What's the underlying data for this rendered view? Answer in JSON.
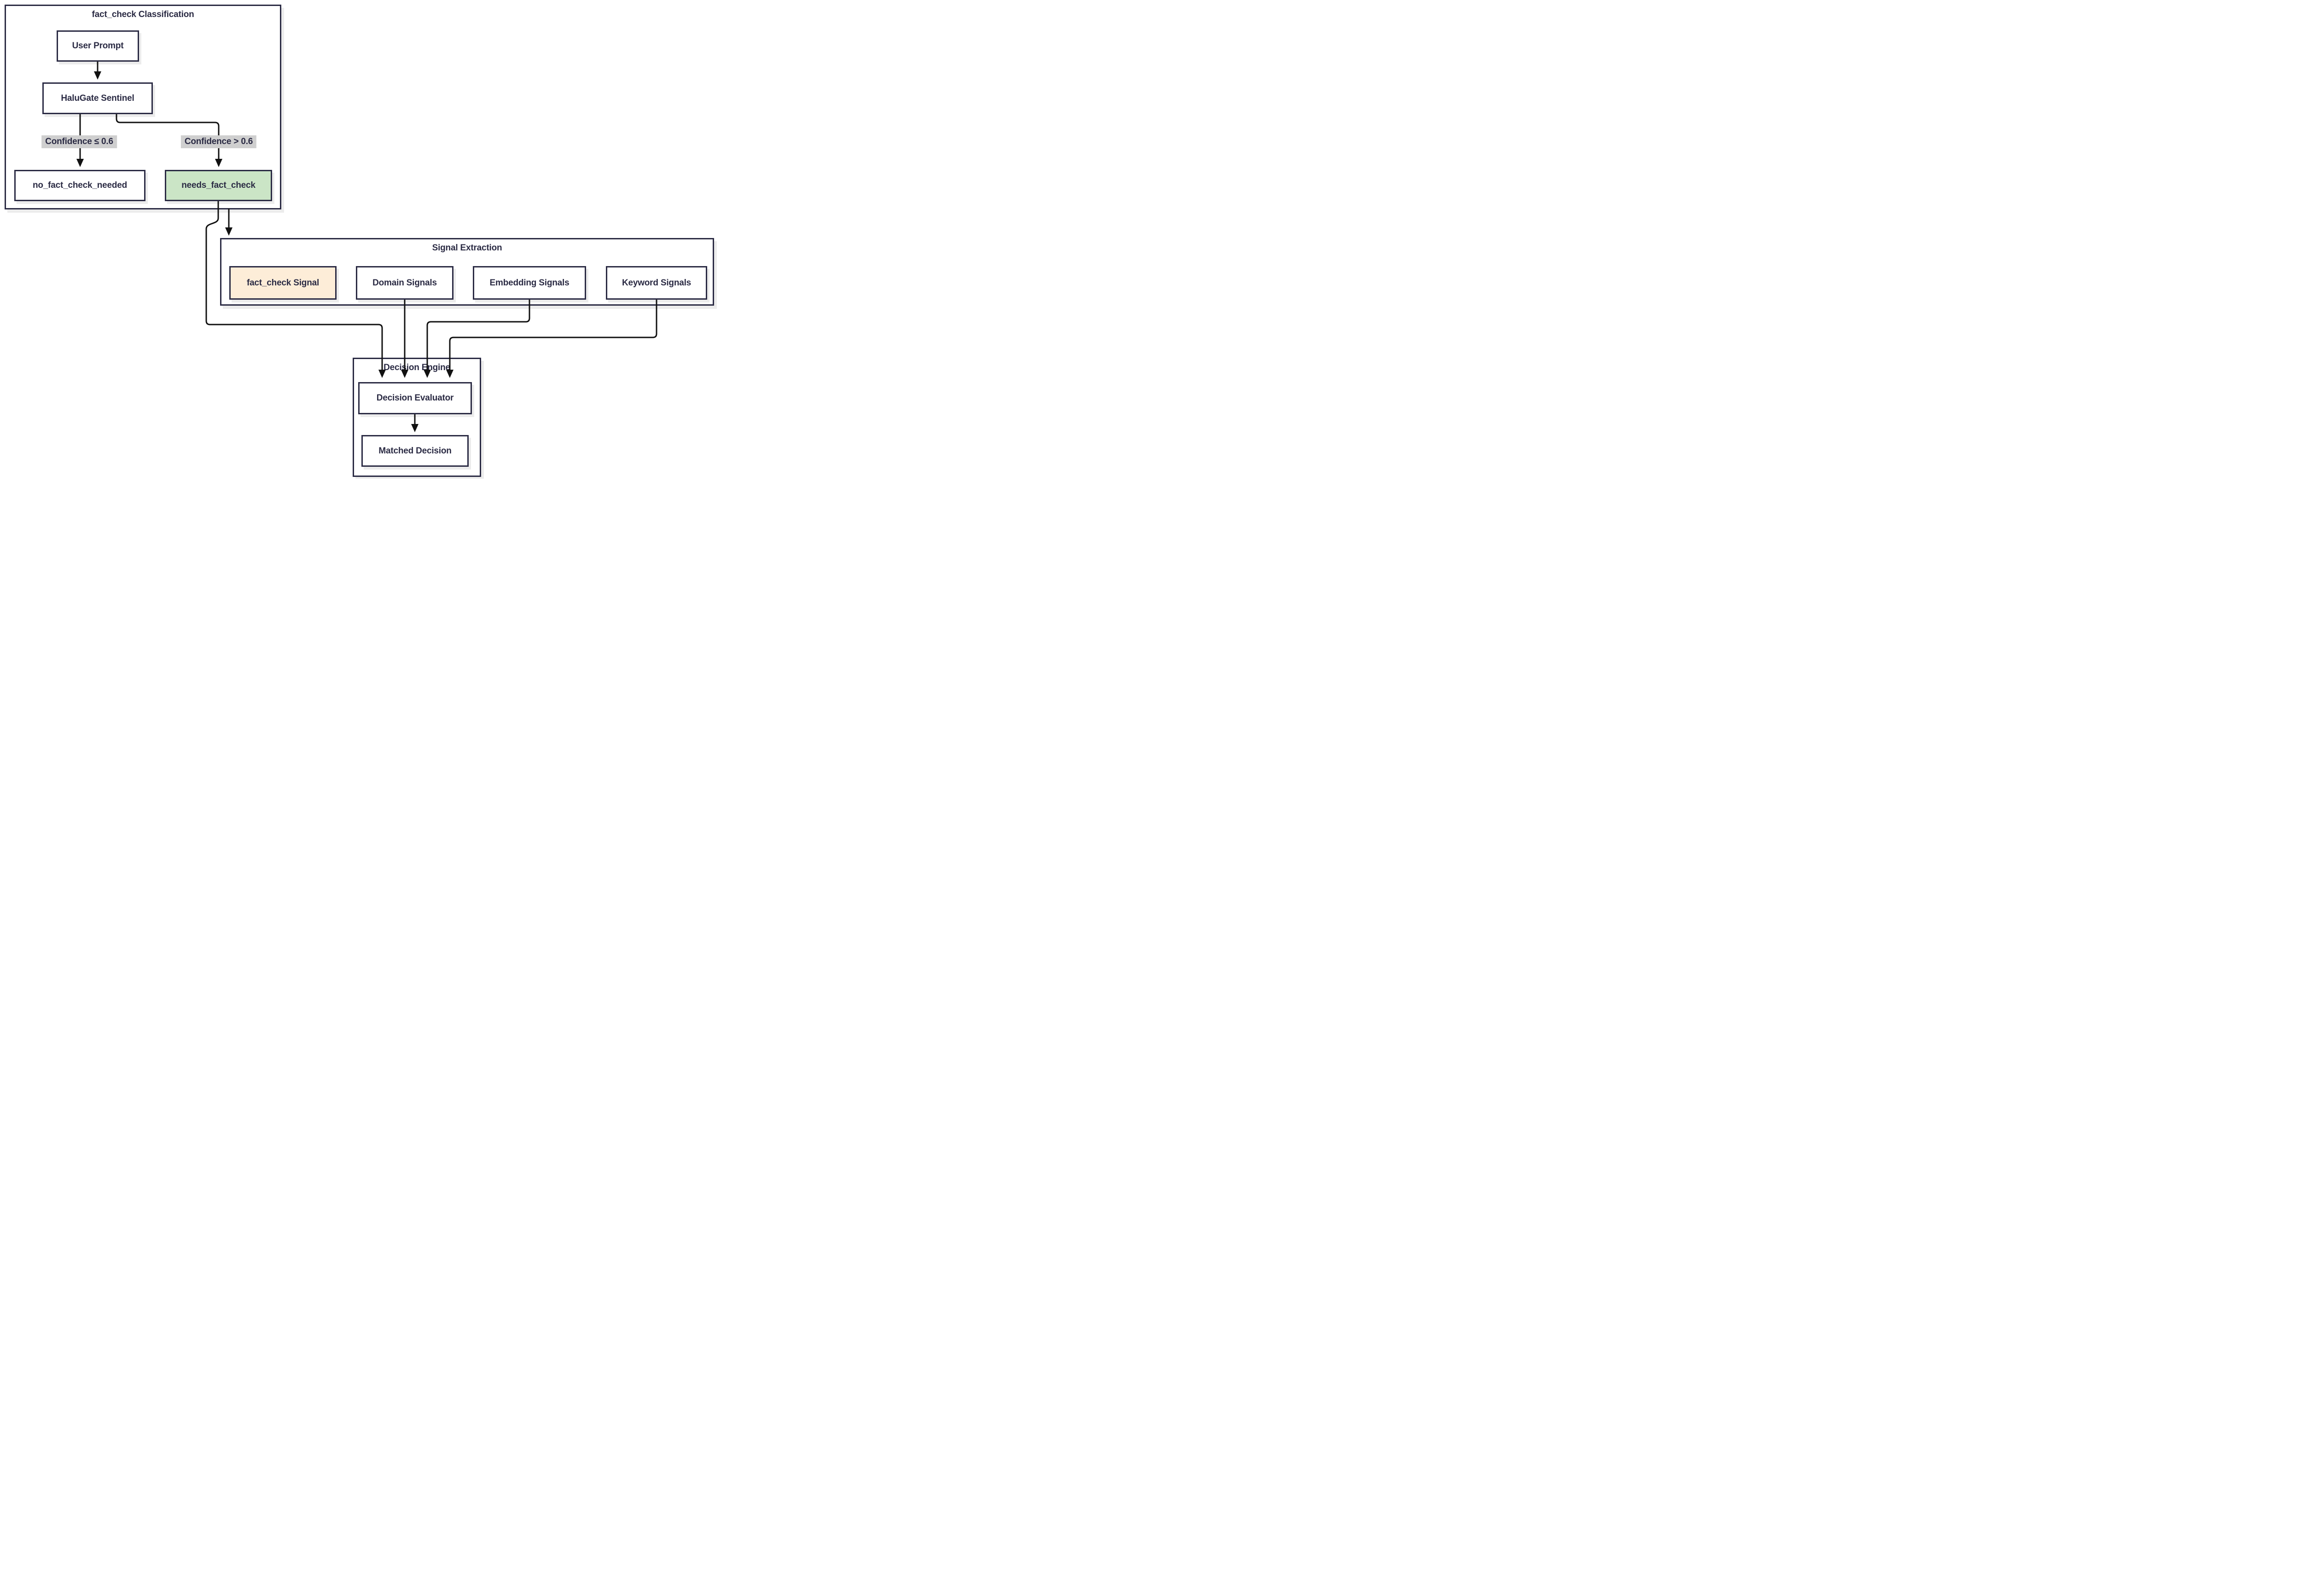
{
  "subgraphs": {
    "classification": {
      "title": "fact_check Classification"
    },
    "signal_extraction": {
      "title": "Signal Extraction"
    },
    "decision_engine": {
      "title": "Decision Engine"
    }
  },
  "nodes": {
    "user_prompt": {
      "label": "User Prompt"
    },
    "halugate_sentinel": {
      "label": "HaluGate Sentinel"
    },
    "no_fact_check_needed": {
      "label": "no_fact_check_needed"
    },
    "needs_fact_check": {
      "label": "needs_fact_check",
      "fill": "#cbe5c6"
    },
    "fact_check_signal": {
      "label": "fact_check Signal",
      "fill": "#fdedd8"
    },
    "domain_signals": {
      "label": "Domain Signals"
    },
    "embedding_signals": {
      "label": "Embedding Signals"
    },
    "keyword_signals": {
      "label": "Keyword Signals"
    },
    "decision_evaluator": {
      "label": "Decision Evaluator"
    },
    "matched_decision": {
      "label": "Matched Decision"
    }
  },
  "edge_labels": {
    "confidence_low": {
      "text": "Confidence ≤ 0.6"
    },
    "confidence_high": {
      "text": "Confidence > 0.6"
    }
  },
  "colors": {
    "background": "#ffffff",
    "node_border": "#2b2b44",
    "node_fill": "#ffffff",
    "text": "#2b2b44",
    "edge_line": "#111111",
    "edge_label_bg": "#cfcfcf",
    "highlight_green": "#cbe5c6",
    "highlight_peach": "#fdedd8",
    "shadow": "#ececec"
  }
}
